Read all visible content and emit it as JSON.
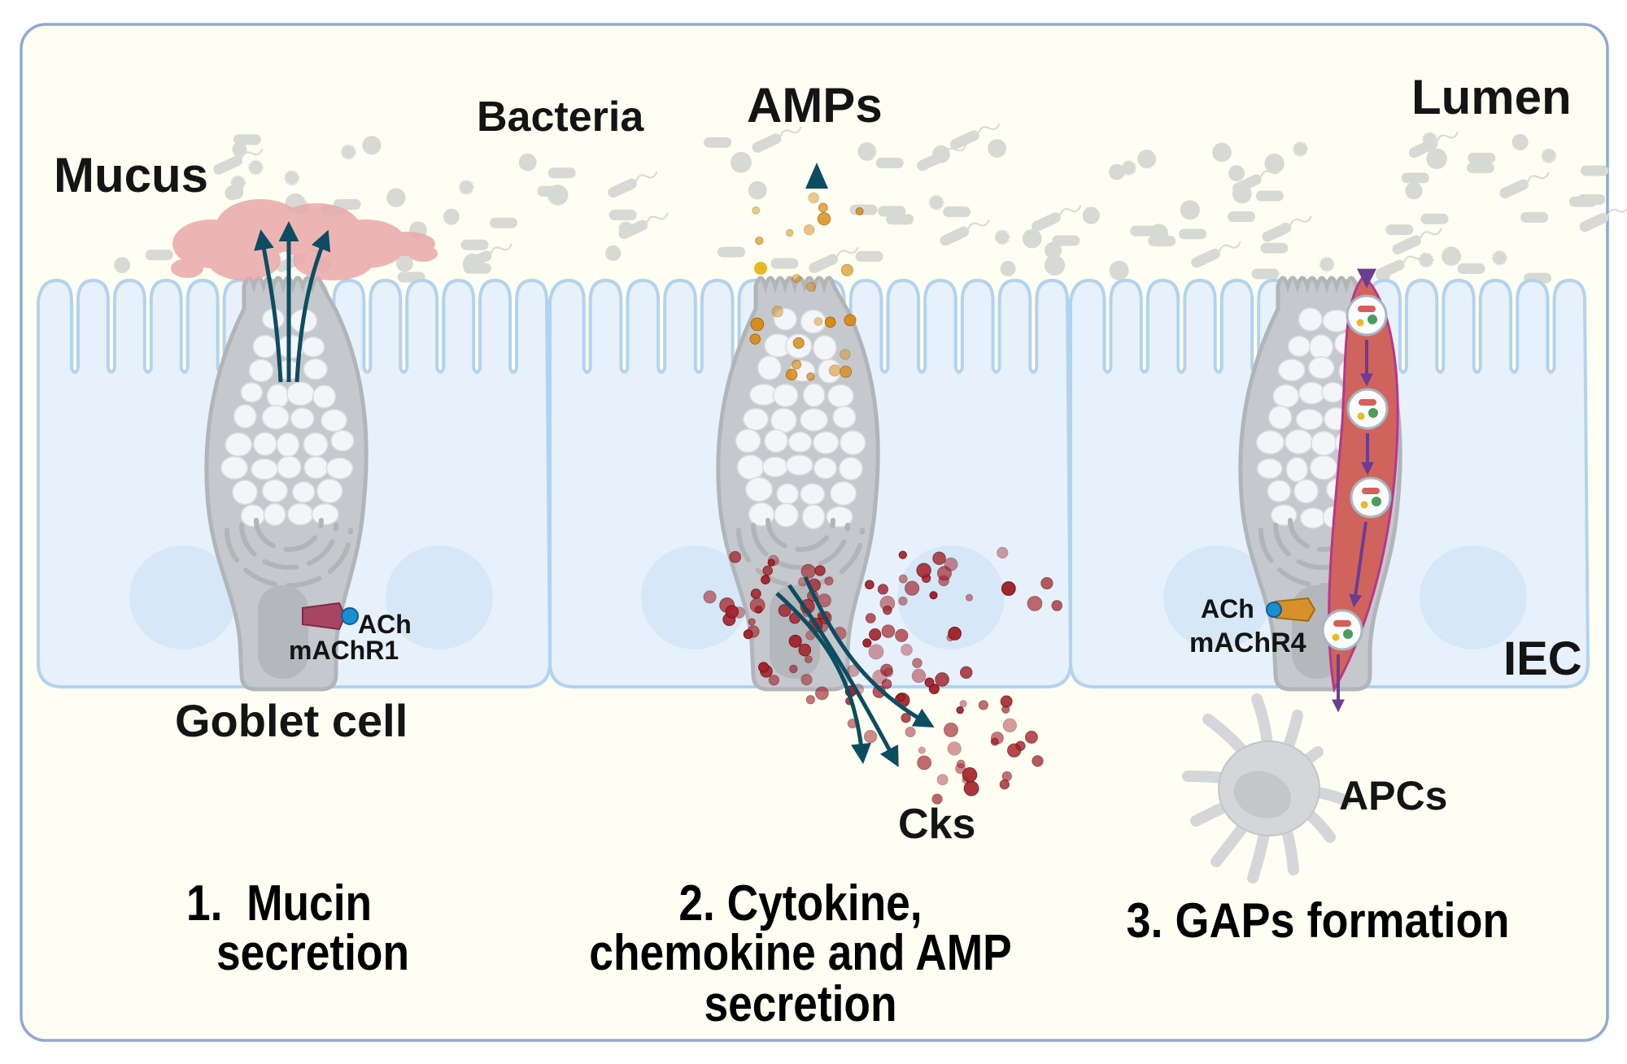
{
  "figure": {
    "colors": {
      "background": "#fefff2",
      "frame_border": "#8fa8d6",
      "epithelium_fill": "#e7f1fb",
      "epithelium_border": "#b2d3ef",
      "nucleus": "#d6e8f7",
      "goblet_fill": "#c5c8cc",
      "goblet_border": "#b2b5b8",
      "granule": "#f3f5f8",
      "bacteria": "#d7d9d4",
      "mucus": "#e9a9aa",
      "secretion_arrow": "#0c4d62",
      "amp_dot": "#d98a12",
      "cytokine_dot": "#a4222b",
      "gap_cell": "#d0645c",
      "gap_border": "#b7378c",
      "gap_arrow": "#6b3d92",
      "receptor_m1": "#a84562",
      "receptor_m4": "#d8902a",
      "ach_ligand": "#1a8fd0",
      "apc_cell": "#d4d6da"
    }
  },
  "labels": {
    "lumen": "Lumen",
    "bacteria": "Bacteria",
    "mucus": "Mucus",
    "amps": "AMPs",
    "goblet_cell": "Goblet cell",
    "cks": "Cks",
    "iec": "IEC",
    "apcs": "APCs"
  },
  "panels": [
    {
      "receptor": {
        "ligand": "ACh",
        "name": "mAChR1"
      },
      "caption": [
        "1.  Mucin",
        "secretion"
      ]
    },
    {
      "caption": [
        "2. Cytokine,",
        "chemokine and AMP",
        "secretion"
      ]
    },
    {
      "receptor": {
        "ligand": "ACh",
        "name": "mAChR4"
      },
      "caption": [
        "3. GAPs formation"
      ]
    }
  ]
}
